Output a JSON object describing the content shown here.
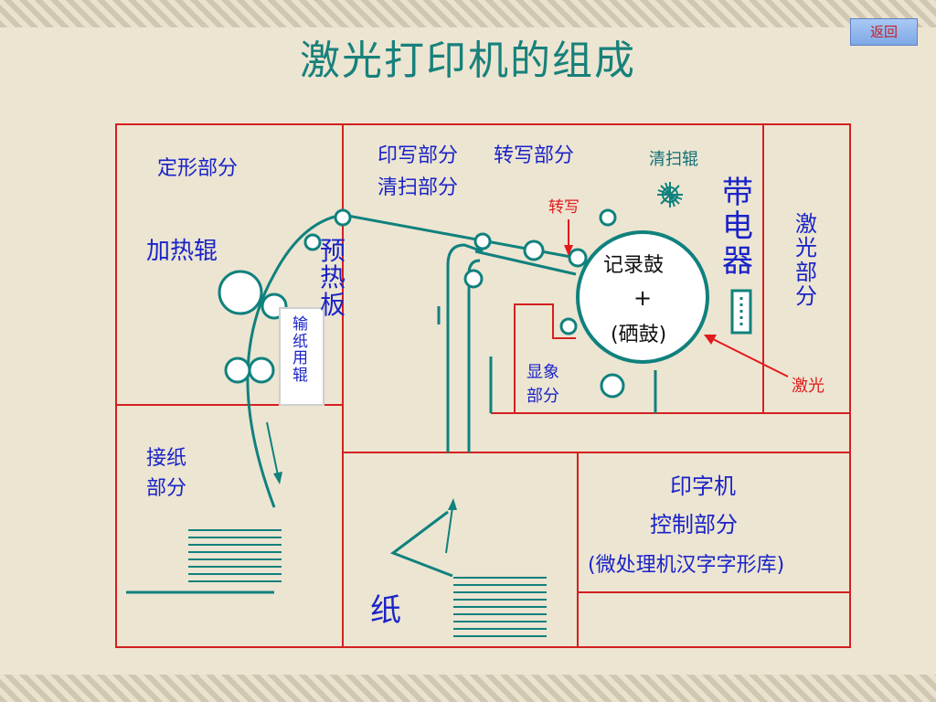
{
  "title": "激光打印机的组成",
  "back_button": "返回",
  "labels": {
    "fixing_section": "定形部分",
    "heating_roller": "加热辊",
    "print_write_section": "印写部分",
    "transfer_section": "转写部分",
    "cleaning_section": "清扫部分",
    "cleaning_roller": "清扫辊",
    "charger": "带电器",
    "laser_section": "激光部分",
    "preheat_plate": "预热板",
    "transfer_point": "转写",
    "drum_line1": "记录鼓",
    "drum_line2": "+",
    "drum_line3": "(硒鼓)",
    "paper_feed_roller": "输纸用辊",
    "developer_line1": "显象",
    "developer_line2": "部分",
    "laser": "激光",
    "paper_receive_line1": "接纸",
    "paper_receive_line2": "部分",
    "controller_line1": "印字机",
    "controller_line2": "控制部分",
    "controller_line3": "(微处理机汉字字形库)",
    "paper": "纸"
  },
  "colors": {
    "frame": "#d42020",
    "path": "#10817d",
    "label_blue": "#1a23c7",
    "label_red": "#e11b1b",
    "title": "#17817b"
  }
}
